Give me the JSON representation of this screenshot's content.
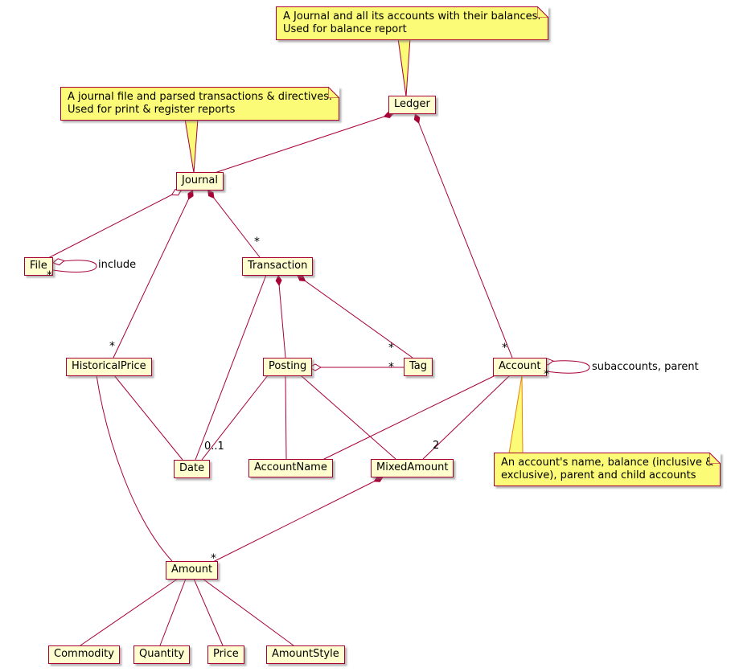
{
  "diagram": {
    "type": "uml-class-diagram",
    "classes": [
      {
        "label": "Ledger"
      },
      {
        "label": "Journal"
      },
      {
        "label": "File"
      },
      {
        "label": "Transaction"
      },
      {
        "label": "HistoricalPrice"
      },
      {
        "label": "Posting"
      },
      {
        "label": "Tag"
      },
      {
        "label": "Account"
      },
      {
        "label": "Date"
      },
      {
        "label": "AccountName"
      },
      {
        "label": "MixedAmount"
      },
      {
        "label": "Amount"
      },
      {
        "label": "Commodity"
      },
      {
        "label": "Quantity"
      },
      {
        "label": "Price"
      },
      {
        "label": "AmountStyle"
      }
    ],
    "notes": [
      {
        "target": "Ledger",
        "lines": [
          "A Journal and all its accounts with their balances.",
          "Used for balance report"
        ]
      },
      {
        "target": "Journal",
        "lines": [
          "A journal file and parsed transactions & directives.",
          "Used for print & register reports"
        ]
      },
      {
        "target": "Account",
        "lines": [
          "An account's name, balance (inclusive &",
          "exclusive), parent and child accounts"
        ]
      }
    ],
    "edge_labels": {
      "star": "*",
      "zero_or_one": "0..1",
      "two": "2",
      "include": "include",
      "subaccounts_parent": "subaccounts, parent"
    },
    "relationships": [
      {
        "from": "Ledger",
        "to": "Journal",
        "type": "composition"
      },
      {
        "from": "Ledger",
        "to": "Account",
        "type": "composition",
        "to_multiplicity": "*"
      },
      {
        "from": "Journal",
        "to": "File",
        "type": "aggregation"
      },
      {
        "from": "File",
        "to": "File",
        "type": "aggregation",
        "to_multiplicity": "*",
        "label": "include"
      },
      {
        "from": "Journal",
        "to": "Transaction",
        "type": "composition",
        "to_multiplicity": "*"
      },
      {
        "from": "Journal",
        "to": "HistoricalPrice",
        "type": "composition",
        "to_multiplicity": "*"
      },
      {
        "from": "Transaction",
        "to": "Posting",
        "type": "composition"
      },
      {
        "from": "Transaction",
        "to": "Tag",
        "type": "composition",
        "to_multiplicity": "*"
      },
      {
        "from": "Transaction",
        "to": "Date",
        "type": "association"
      },
      {
        "from": "Posting",
        "to": "Tag",
        "type": "aggregation",
        "to_multiplicity": "*"
      },
      {
        "from": "Posting",
        "to": "Date",
        "type": "association",
        "to_multiplicity": "0..1"
      },
      {
        "from": "Posting",
        "to": "AccountName",
        "type": "association"
      },
      {
        "from": "Posting",
        "to": "MixedAmount",
        "type": "association"
      },
      {
        "from": "Account",
        "to": "AccountName",
        "type": "association"
      },
      {
        "from": "Account",
        "to": "MixedAmount",
        "type": "association",
        "to_multiplicity": "2"
      },
      {
        "from": "Account",
        "to": "Account",
        "type": "aggregation",
        "to_multiplicity": "*",
        "label": "subaccounts, parent"
      },
      {
        "from": "MixedAmount",
        "to": "Amount",
        "type": "composition",
        "to_multiplicity": "*"
      },
      {
        "from": "HistoricalPrice",
        "to": "Date",
        "type": "association"
      },
      {
        "from": "HistoricalPrice",
        "to": "Amount",
        "type": "association"
      },
      {
        "from": "Amount",
        "to": "Commodity",
        "type": "association"
      },
      {
        "from": "Amount",
        "to": "Quantity",
        "type": "association"
      },
      {
        "from": "Amount",
        "to": "Price",
        "type": "association"
      },
      {
        "from": "Amount",
        "to": "AmountStyle",
        "type": "association"
      }
    ],
    "colors": {
      "edge": "#A80036",
      "class_background": "#FEFECE",
      "note_background": "#FBFB77",
      "note_connector": "#E8820C",
      "text": "#000000",
      "background": "#FFFFFF"
    }
  }
}
